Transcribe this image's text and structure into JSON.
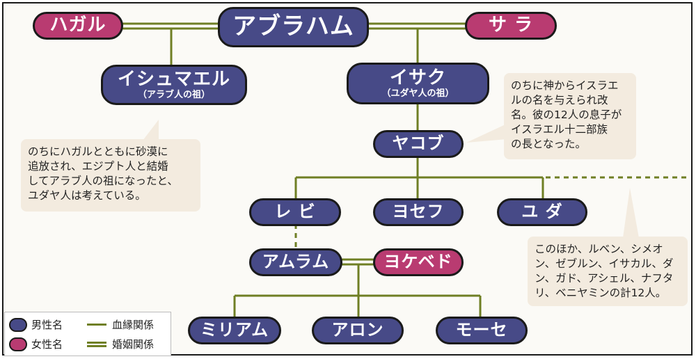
{
  "people": {
    "abraham": "アブラハム",
    "hagar": "ハガル",
    "sarah": "サ ラ",
    "ishmael": "イシュマエル",
    "ishmael_sub": "（アラブ人の祖）",
    "isaac": "イサク",
    "isaac_sub": "（ユダヤ人の祖）",
    "jacob": "ヤコブ",
    "levi": "レ ビ",
    "joseph": "ヨセフ",
    "judah": "ユ ダ",
    "amram": "アムラム",
    "jochebed": "ヨケベド",
    "miriam": "ミリアム",
    "aaron": "アロン",
    "moses": "モーセ"
  },
  "notes": {
    "ishmael_note": [
      "のちにハガルとともに砂漠に",
      "追放され、エジプト人と結婚",
      "してアラブ人の祖になったと、",
      "ユダヤ人は考えている。"
    ],
    "jacob_note": [
      "のちに神からイスラエ",
      "ルの名を与えられ改",
      "名。彼の12人の息子が",
      "イスラエル十二部族",
      "の長となった。"
    ],
    "others_note": [
      "このほか、ルベン、シメオ",
      "ン、ゼブルン、イサカル、ダ",
      "ン、ガド、アシェル、ナフタ",
      "リ、ベニヤミンの計12人。"
    ]
  },
  "legend": {
    "male": "男性名",
    "female": "女性名",
    "blood": "血縁関係",
    "marriage": "婚姻関係"
  },
  "colors": {
    "male": "#474a87",
    "female": "#b93b71",
    "line": "#6f7f24",
    "note_bg": "#f3ebdf"
  }
}
